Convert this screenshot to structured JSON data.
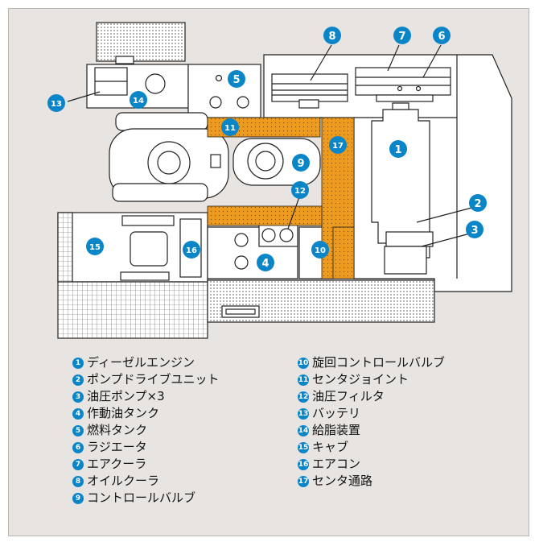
{
  "colors": {
    "accent": "#0a86c8",
    "highlight": "#ec9b1f",
    "background": "#e8e4e1",
    "line": "#222222",
    "panel": "#ffffff"
  },
  "components": [
    {
      "number": "1",
      "label": "ディーゼルエンジン"
    },
    {
      "number": "2",
      "label": "ポンプドライブユニット"
    },
    {
      "number": "3",
      "label": "油圧ポンプ×3"
    },
    {
      "number": "4",
      "label": "作動油タンク"
    },
    {
      "number": "5",
      "label": "燃料タンク"
    },
    {
      "number": "6",
      "label": "ラジエータ"
    },
    {
      "number": "7",
      "label": "エアクーラ"
    },
    {
      "number": "8",
      "label": "オイルクーラ"
    },
    {
      "number": "9",
      "label": "コントロールバルブ"
    },
    {
      "number": "10",
      "label": "旋回コントロールバルブ"
    },
    {
      "number": "11",
      "label": "センタジョイント"
    },
    {
      "number": "12",
      "label": "油圧フィルタ"
    },
    {
      "number": "13",
      "label": "バッテリ"
    },
    {
      "number": "14",
      "label": "給脂装置"
    },
    {
      "number": "15",
      "label": "キャブ"
    },
    {
      "number": "16",
      "label": "エアコン"
    },
    {
      "number": "17",
      "label": "センタ通路"
    }
  ]
}
